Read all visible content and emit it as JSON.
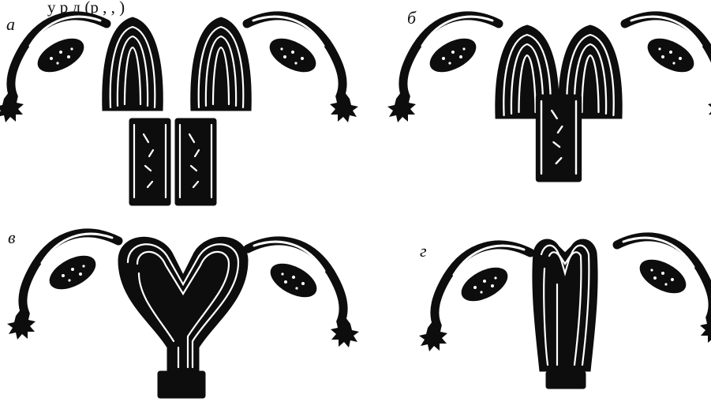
{
  "header_fragment": "у      р                                    д   (р      ,   ,   )",
  "panels": [
    {
      "id": "a",
      "label": "а"
    },
    {
      "id": "b",
      "label": "б"
    },
    {
      "id": "v",
      "label": "в"
    },
    {
      "id": "g",
      "label": "г"
    }
  ],
  "colors": {
    "ink": "#0d0d0d",
    "paper": "#ffffff"
  }
}
